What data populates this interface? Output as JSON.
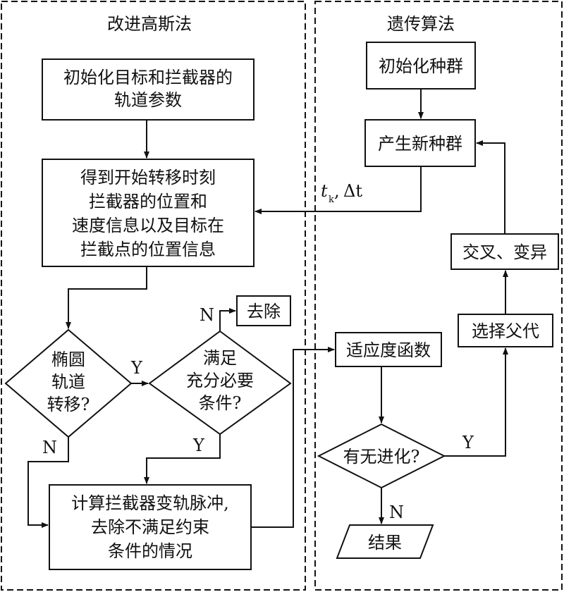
{
  "panels": {
    "left_title": "改进高斯法",
    "right_title": "遗传算法"
  },
  "boxes": {
    "init_orbit": [
      "初始化目标和拦截器的",
      "轨道参数"
    ],
    "transfer_info": [
      "得到开始转移时刻",
      "拦截器的位置和",
      "速度信息以及目标在",
      "拦截点的位置信息"
    ],
    "compute_pulse": [
      "计算拦截器变轨脉冲,",
      "去除不满足约束",
      "条件的情况"
    ],
    "remove": "去除",
    "init_pop": "初始化种群",
    "new_pop": "产生新种群",
    "crossover": "交叉、变异",
    "select_parent": "选择父代",
    "fitness": "适应度函数",
    "result": "结果"
  },
  "decisions": {
    "ellipse": [
      "椭圆",
      "轨道",
      "转移?"
    ],
    "condition": [
      "满足",
      "充分必要",
      "条件?"
    ],
    "evolve": "有无进化?"
  },
  "labels": {
    "yes": "Y",
    "no": "N",
    "t_var": "t",
    "t_sub": "k",
    "comma": ",",
    "dt": "Δt"
  }
}
